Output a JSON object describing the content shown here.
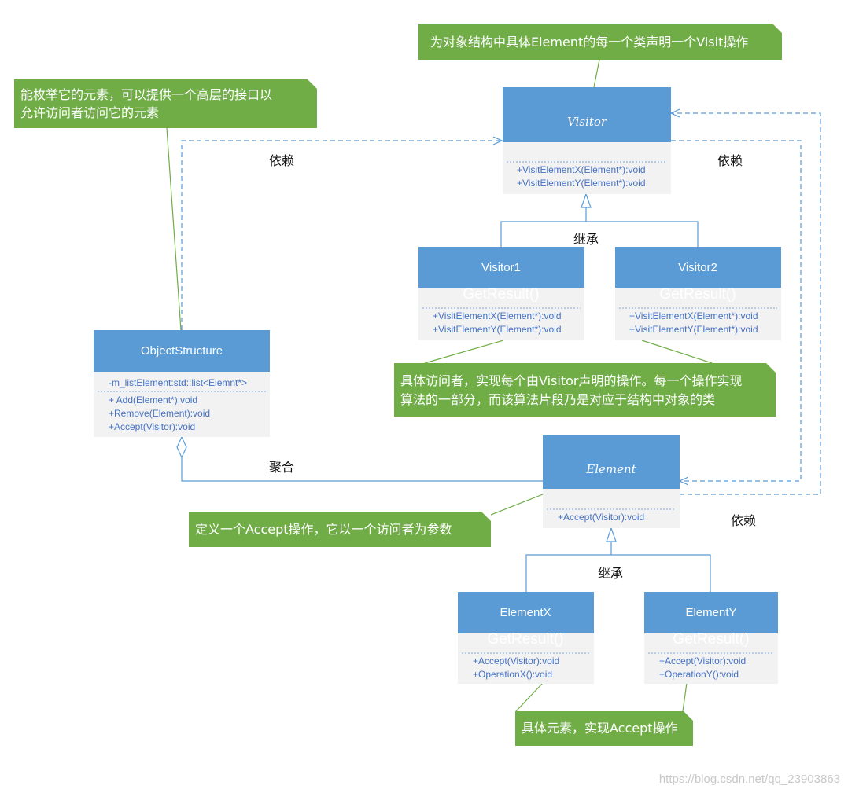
{
  "classes": {
    "visitor": {
      "name": "Visitor",
      "members": [
        "+VisitElementX(Element*):void",
        "+VisitElementY(Element*):void"
      ]
    },
    "visitor1": {
      "name": "Visitor1",
      "ghost": "GetResult()",
      "members": [
        "+VisitElementX(Element*):void",
        "+VisitElementY(Element*):void"
      ]
    },
    "visitor2": {
      "name": "Visitor2",
      "ghost": "GetResult()",
      "members": [
        "+VisitElementX(Element*):void",
        "+VisitElementY(Element*):void"
      ]
    },
    "object_structure": {
      "name": "ObjectStructure",
      "attribute": "-m_listElement:std::list<Elemnt*>",
      "members": [
        "+ Add(Element*);void",
        "+Remove(Element):void",
        "+Accept(Visitor):void"
      ]
    },
    "element": {
      "name": "Element",
      "members": [
        "+Accept(Visitor):void"
      ]
    },
    "element_x": {
      "name": "ElementX",
      "ghost": "GetResult()",
      "members": [
        "+Accept(Visitor):void",
        "+OperationX():void"
      ]
    },
    "element_y": {
      "name": "ElementY",
      "ghost": "GetResult()",
      "members": [
        "+Accept(Visitor):void",
        "+OperationY():void"
      ]
    }
  },
  "notes": {
    "visitor_note": [
      "为对象结构中具体Element的每一个类声明一个Visit操作"
    ],
    "object_structure_note": [
      "能枚举它的元素，可以提供一个高层的接口以",
      "允许访问者访问它的元素"
    ],
    "concrete_visitor_note": [
      "具体访问者，实现每个由Visitor声明的操作。每一个操作实现",
      "算法的一部分，而该算法片段乃是对应于结构中对象的类"
    ],
    "element_note": [
      "定义一个Accept操作，它以一个访问者为参数"
    ],
    "concrete_element_note": [
      "具体元素，实现Accept操作"
    ]
  },
  "labels": {
    "dependency_left": "依赖",
    "dependency_right": "依赖",
    "dependency_bottom": "依赖",
    "inherit_visitor": "继承",
    "aggregation": "聚合",
    "inherit_element": "继承"
  },
  "watermark": "https://blog.csdn.net/qq_23903863",
  "colors": {
    "class_header": "#5b9bd5",
    "class_body": "#f2f2f2",
    "member_text": "#4472c4",
    "note": "#70ad47"
  }
}
